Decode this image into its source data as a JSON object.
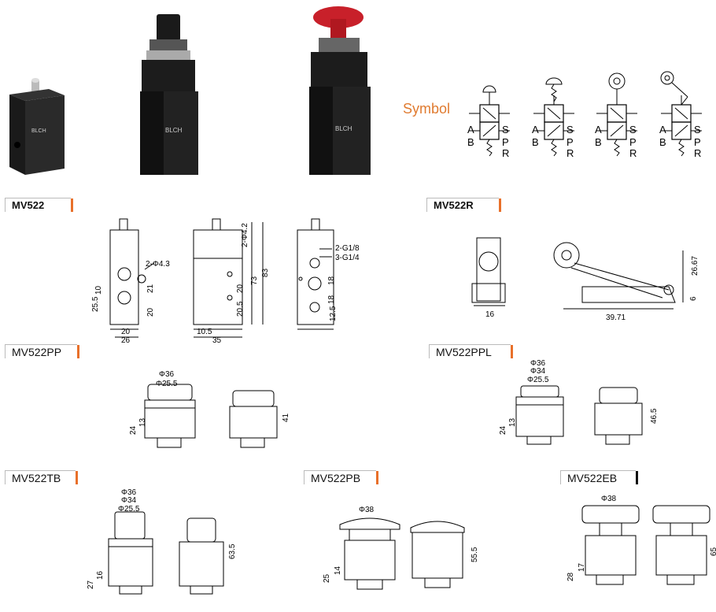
{
  "symbol_label": "Symbol",
  "brand": "BLCH",
  "models": {
    "mv522": "MV522",
    "mv522r": "MV522R",
    "mv522pp": "MV522PP",
    "mv522ppl": "MV522PPL",
    "mv522tb": "MV522TB",
    "mv522pb": "MV522PB",
    "mv522eb": "MV522EB"
  },
  "ports": {
    "a": "A",
    "b": "B",
    "s": "S",
    "p": "P",
    "r": "R"
  },
  "dims": {
    "mv522": {
      "hole": "2-Φ4.3",
      "d10": "10",
      "d25_5": "25.5",
      "d21": "21",
      "d20a": "20",
      "d20b": "20",
      "d26": "26",
      "phi42": "2-Φ4.2",
      "d73": "73",
      "d83": "83",
      "d20c": "20",
      "d20_5": "20.5",
      "d10_5": "10.5",
      "d35": "35",
      "g18": "2-G1/8",
      "g14": "3-G1/4",
      "d18a": "18",
      "d18b": "18",
      "d12_5": "12.5"
    },
    "mv522r": {
      "d16": "16",
      "d26_67": "26.67",
      "d6": "6",
      "d39_71": "39.71"
    },
    "mv522pp": {
      "p36": "Φ36",
      "p25_5": "Φ25.5",
      "d24": "24",
      "d13": "13",
      "d41": "41"
    },
    "mv522ppl": {
      "p36": "Φ36",
      "p34": "Φ34",
      "p25_5": "Φ25.5",
      "d24": "24",
      "d13": "13",
      "d46_5": "46.5"
    },
    "mv522tb": {
      "p36": "Φ36",
      "p34": "Φ34",
      "p25_5": "Φ25.5",
      "d27": "27",
      "d16": "16",
      "d63_5": "63.5"
    },
    "mv522pb": {
      "p38": "Φ38",
      "d25": "25",
      "d14": "14",
      "d55_5": "55.5"
    },
    "mv522eb": {
      "p38": "Φ38",
      "d28": "28",
      "d17": "17",
      "d65": "65"
    }
  }
}
